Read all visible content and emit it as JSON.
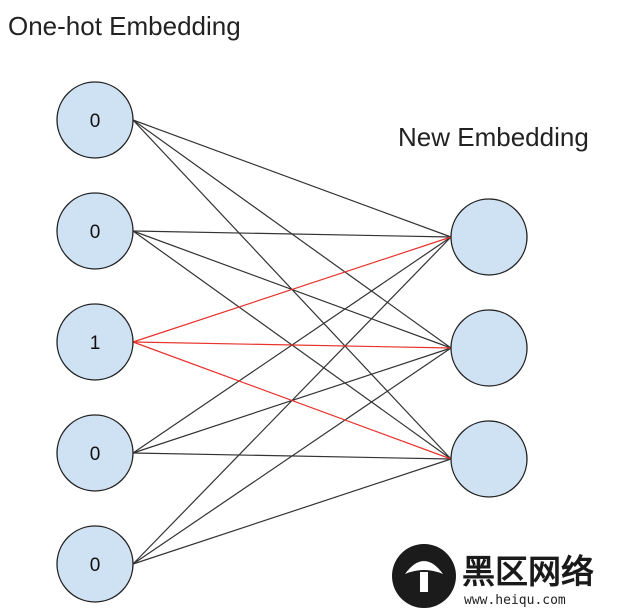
{
  "titles": {
    "input_layer": "One-hot Embedding",
    "output_layer": "New Embedding"
  },
  "input_nodes": [
    {
      "value": "0"
    },
    {
      "value": "0"
    },
    {
      "value": "1"
    },
    {
      "value": "0"
    },
    {
      "value": "0"
    }
  ],
  "output_nodes": [
    {},
    {},
    {}
  ],
  "active_input_index": 2,
  "colors": {
    "node_fill": "#cfe2f3",
    "node_stroke": "#222222",
    "edge": "#333333",
    "active_edge": "#e8322b"
  },
  "watermark": {
    "brand": "黑区网络",
    "url": "www.heiqu.com"
  }
}
